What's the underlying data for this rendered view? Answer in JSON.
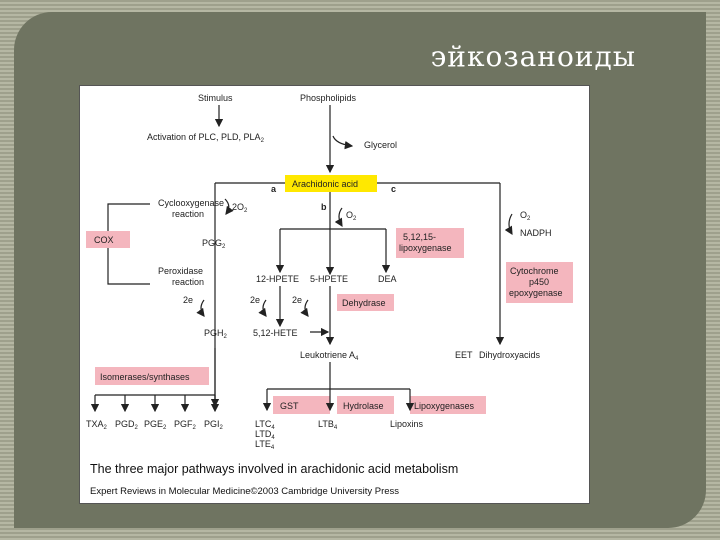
{
  "slide": {
    "title": "эйкозаноиды"
  },
  "figure": {
    "labels": {
      "stimulus": "Stimulus",
      "phospholipids": "Phospholipids",
      "activation": "Activation of PLC, PLD, PLA",
      "activation_sub": "2",
      "glycerol": "Glycerol",
      "arachidonic": "Arachidonic acid",
      "path_a": "a",
      "path_b": "b",
      "path_c": "c",
      "cyclooxygenase": "Cyclooxygenase",
      "reaction": "reaction",
      "two_o2": "2O",
      "two_o2_sub": "2",
      "o2_b": "O",
      "o2_b_sub": "2",
      "o2_c": "O",
      "o2_c_sub": "2",
      "nadph": "NADPH",
      "cox": "COX",
      "pgg2": "PGG",
      "pgg2_sub": "2",
      "lipox_515": "5,12,15-",
      "lipox_515_2": "lipoxygenase",
      "peroxidase": "Peroxidase",
      "reaction2": "reaction",
      "hpete12": "12-HPETE",
      "hpete5": "5-HPETE",
      "dea": "DEA",
      "cytochrome": "Cytochrome",
      "p450": "p450",
      "epoxygenase": "epoxygenase",
      "two_e1": "2e",
      "two_e2": "2e",
      "two_e3": "2e",
      "dehydrase": "Dehydrase",
      "pgh2": "PGH",
      "pgh2_sub": "2",
      "hete": "5,12-HETE",
      "leukotriene": "Leukotriene A",
      "leukotriene_sub": "4",
      "eet": "EET",
      "dihydroxy": "Dihydroxyacids",
      "isomerases": "Isomerases/synthases",
      "gst": "GST",
      "hydrolase": "Hydrolase",
      "lipoxygenases": "Lipoxygenases",
      "txa2": "TXA",
      "txa2_sub": "2",
      "pgd2": "PGD",
      "pgd2_sub": "2",
      "pge2": "PGE",
      "pge2_sub": "2",
      "pgf2": "PGF",
      "pgf2_sub": "2",
      "pgi2": "PGI",
      "pgi2_sub": "2",
      "ltc4": "LTC",
      "ltc4_sub": "4",
      "ltd4": "LTD",
      "ltd4_sub": "4",
      "lte4": "LTE",
      "lte4_sub": "4",
      "ltb4": "LTB",
      "ltb4_sub": "4",
      "lipoxins": "Lipoxins"
    },
    "caption": "The three major pathways involved in arachidonic acid metabolism",
    "source": "Expert Reviews in Molecular Medicine©2003 Cambridge University Press"
  },
  "colors": {
    "pink_box": "#f4b6be",
    "yellow_box": "#ffe800",
    "slide_bg": "#6f7461"
  }
}
